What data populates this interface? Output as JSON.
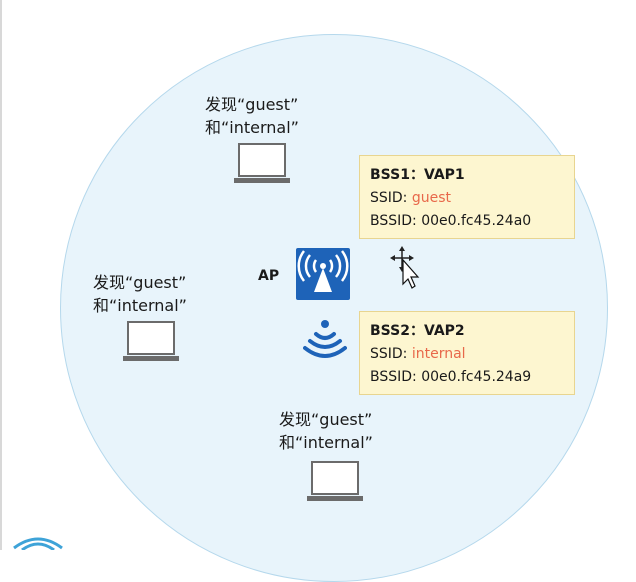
{
  "clients": [
    {
      "line1": "发现“guest”",
      "line2": "和“internal”"
    },
    {
      "line1": "发现“guest”",
      "line2": "和“internal”"
    },
    {
      "line1": "发现“guest”",
      "line2": "和“internal”"
    }
  ],
  "ap": {
    "label": "AP"
  },
  "bss": [
    {
      "title": "BSS1：VAP1",
      "ssid_label": "SSID: ",
      "ssid": "guest",
      "bssid_label": "BSSID: ",
      "bssid": "00e0.fc45.24a0"
    },
    {
      "title": "BSS2：VAP2",
      "ssid_label": "SSID: ",
      "ssid": "internal",
      "bssid_label": "BSSID: ",
      "bssid": "00e0.fc45.24a9"
    }
  ],
  "icons": {
    "ap": "wireless-ap-icon",
    "signal": "wifi-signal-icon",
    "laptop": "laptop-icon",
    "cursor": "move-cursor-icon"
  },
  "colors": {
    "ssid_highlight": "#e8684a",
    "ap_blue": "#1e63b8",
    "circle_fill": "#e8f4fb",
    "box_fill": "#fdf6d0"
  }
}
